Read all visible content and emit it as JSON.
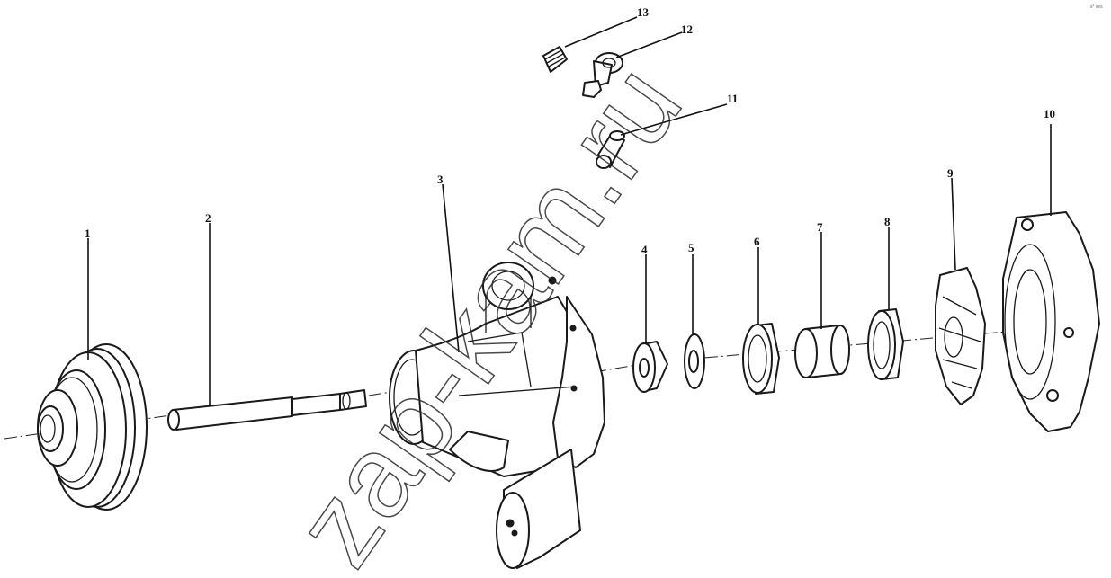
{
  "callouts": [
    {
      "id": "1",
      "label": "1"
    },
    {
      "id": "2",
      "label": "2"
    },
    {
      "id": "3",
      "label": "3"
    },
    {
      "id": "4",
      "label": "4"
    },
    {
      "id": "5",
      "label": "5"
    },
    {
      "id": "6",
      "label": "6"
    },
    {
      "id": "7",
      "label": "7"
    },
    {
      "id": "8",
      "label": "8"
    },
    {
      "id": "9",
      "label": "9"
    },
    {
      "id": "10",
      "label": "10"
    },
    {
      "id": "11",
      "label": "11"
    },
    {
      "id": "12",
      "label": "12"
    },
    {
      "id": "13",
      "label": "13"
    }
  ],
  "watermark": {
    "text": "zap-kam.ru"
  },
  "corner_note": "s° ses"
}
